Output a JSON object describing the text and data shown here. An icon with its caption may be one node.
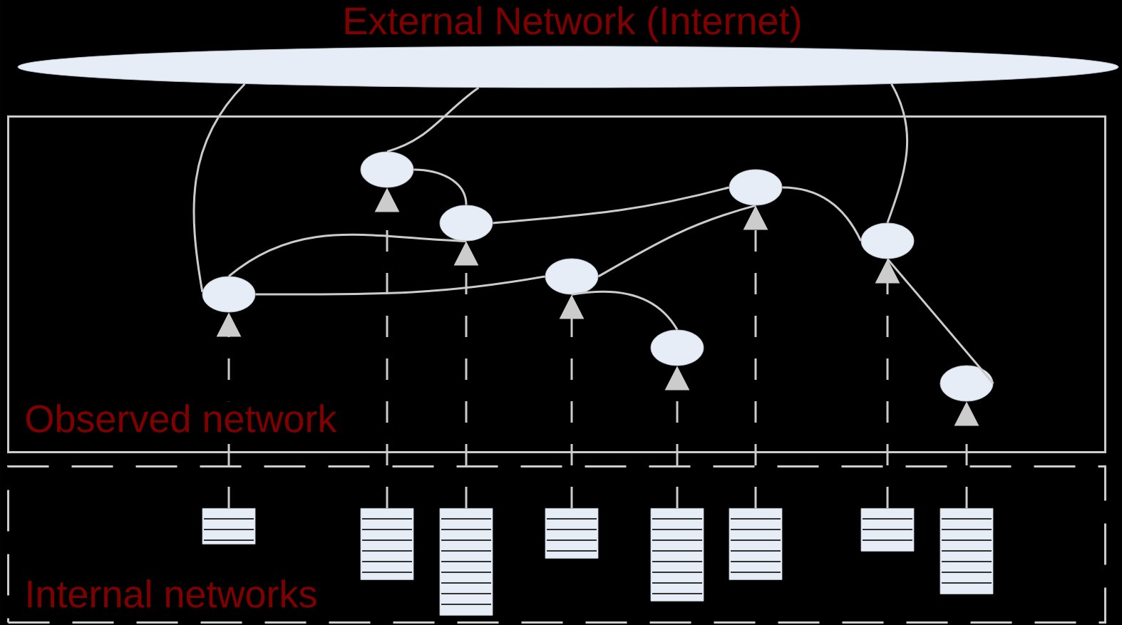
{
  "diagram": {
    "nodes": [
      {
        "text": [
          "External Network (Internet)"
        ]
      },
      {
        "text": [
          "Observed network"
        ]
      },
      {
        "text": [
          "Internal networks"
        ]
      },
      {
        "text": [],
        "shape": "ellipse",
        "in": 1
      },
      {
        "text": [],
        "shape": "ellipse",
        "in": 1
      },
      {
        "text": [],
        "shape": "ellipse",
        "in": 1
      },
      {
        "text": [],
        "shape": "ellipse",
        "in": 1
      },
      {
        "text": [],
        "shape": "ellipse",
        "in": 1
      },
      {
        "text": [],
        "shape": "ellipse",
        "in": 1
      },
      {
        "text": [],
        "shape": "ellipse",
        "in": 1
      },
      {
        "text": [],
        "shape": "ellipse",
        "in": 1
      },
      {
        "text": [],
        "shape": "box",
        "in": 2
      },
      {
        "text": [],
        "shape": "box",
        "in": 2
      },
      {
        "text": [],
        "shape": "box",
        "in": 2
      },
      {
        "text": [],
        "shape": "box",
        "in": 2
      },
      {
        "text": [],
        "shape": "box",
        "in": 2
      },
      {
        "text": [],
        "shape": "box",
        "in": 2
      },
      {
        "text": [],
        "shape": "box",
        "in": 2
      },
      {
        "text": [],
        "shape": "box",
        "in": 2
      }
    ],
    "edges": [
      {
        "from": 0,
        "to": 3,
        "arrow": "none"
      },
      {
        "from": 0,
        "to": 4,
        "arrow": "none"
      },
      {
        "from": 0,
        "to": 9,
        "arrow": "none"
      },
      {
        "from": 4,
        "to": 5,
        "arrow": "none"
      },
      {
        "from": 5,
        "to": 8,
        "arrow": "none"
      },
      {
        "from": 3,
        "to": 5,
        "arrow": "none"
      },
      {
        "from": 3,
        "to": 6,
        "arrow": "none"
      },
      {
        "from": 6,
        "to": 8,
        "arrow": "none"
      },
      {
        "from": 6,
        "to": 7,
        "arrow": "none"
      },
      {
        "from": 8,
        "to": 9,
        "arrow": "none"
      },
      {
        "from": 9,
        "to": 10,
        "arrow": "none"
      },
      {
        "from": 11,
        "to": 3,
        "arrow": "to",
        "style": "dashed"
      },
      {
        "from": 12,
        "to": 4,
        "arrow": "to",
        "style": "dashed"
      },
      {
        "from": 13,
        "to": 5,
        "arrow": "to",
        "style": "dashed"
      },
      {
        "from": 14,
        "to": 6,
        "arrow": "to",
        "style": "dashed"
      },
      {
        "from": 15,
        "to": 7,
        "arrow": "to",
        "style": "dashed"
      },
      {
        "from": 16,
        "to": 8,
        "arrow": "to",
        "style": "dashed"
      },
      {
        "from": 17,
        "to": 9,
        "arrow": "to",
        "style": "dashed"
      },
      {
        "from": 18,
        "to": 10,
        "arrow": "to",
        "style": "dashed"
      }
    ]
  }
}
